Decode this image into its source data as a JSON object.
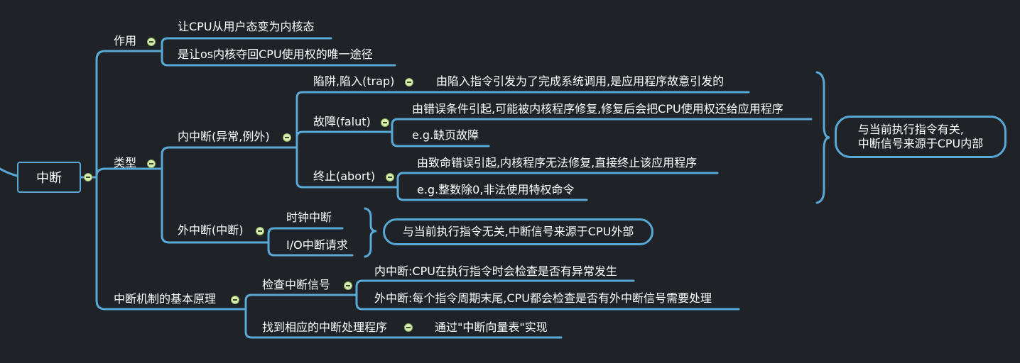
{
  "root": "中断",
  "branches": {
    "effect": {
      "label": "作用",
      "items": [
        "让CPU从用户态变为内核态",
        "是让os内核夺回CPU使用权的唯一途径"
      ]
    },
    "types": {
      "label": "类型",
      "internal": {
        "label": "内中断(异常,例外)",
        "trap": {
          "label": "陷阱,陷入(trap)",
          "desc": "由陷入指令引发为了完成系统调用,是应用程序故意引发的"
        },
        "fault": {
          "label": "故障(falut)",
          "items": [
            "由错误条件引起,可能被内核程序修复,修复后会把CPU使用权还给应用程序",
            "e.g.缺页故障"
          ]
        },
        "abort": {
          "label": "终止(abort)",
          "items": [
            "由致命错误引起,内核程序无法修复,直接终止该应用程序",
            "e.g.整数除0,非法使用特权命令"
          ]
        },
        "summary": [
          "与当前执行指令有关,",
          "中断信号来源于CPU内部"
        ]
      },
      "external": {
        "label": "外中断(中断)",
        "items": [
          "时钟中断",
          "I/O中断请求"
        ],
        "summary": "与当前执行指令无关,中断信号来源于CPU外部"
      }
    },
    "mechanism": {
      "label": "中断机制的基本原理",
      "check": {
        "label": "检查中断信号",
        "items": [
          "内中断:CPU在执行指令时会检查是否有异常发生",
          "外中断:每个指令周期末尾,CPU都会检查是否有外中断信号需要处理"
        ]
      },
      "handler": {
        "label": "找到相应的中断处理程序",
        "desc": "通过\"中断向量表\"实现"
      }
    }
  },
  "colors": {
    "background": "#1f2328",
    "line": "#58a9d6",
    "text": "#ffffff",
    "toggle": "#d8edb1"
  }
}
